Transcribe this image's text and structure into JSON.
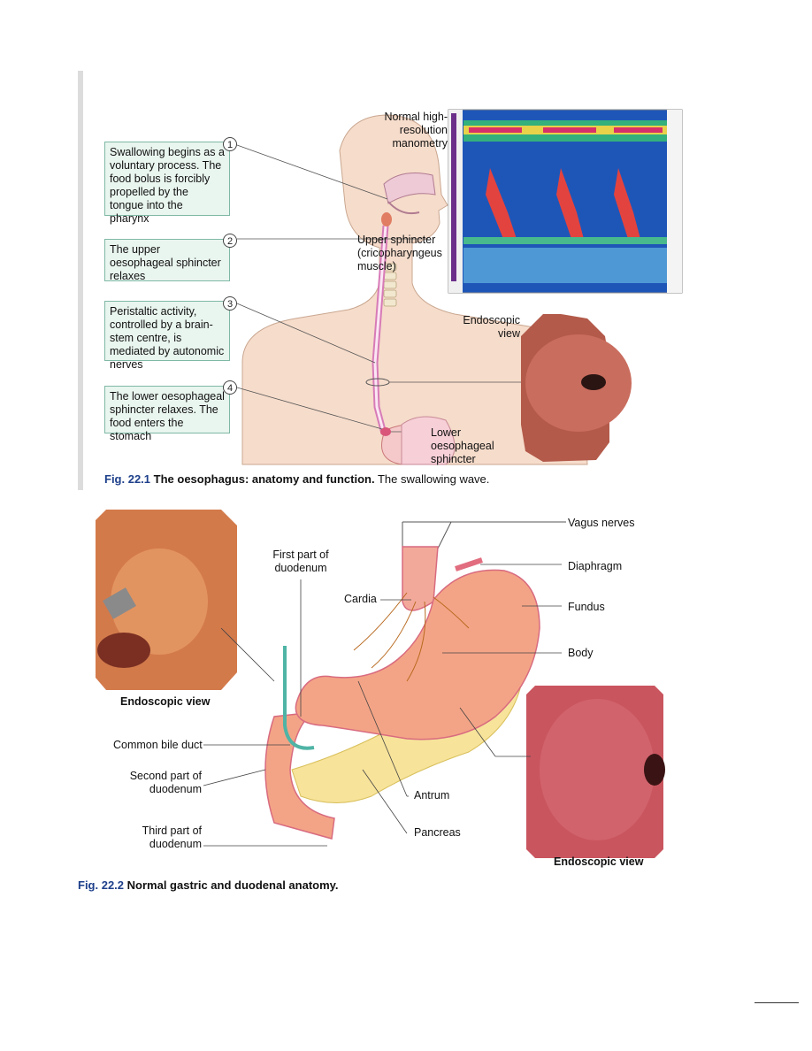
{
  "figure1": {
    "boxes": [
      "Swallowing begins as a voluntary process. The food bolus is forcibly propelled by the tongue into the pharynx",
      "The upper oesophageal sphincter relaxes",
      "Peristaltic activity, controlled by a brain-stem centre, is mediated by autonomic nerves",
      "The lower oesophageal sphincter relaxes. The food enters the stomach"
    ],
    "numbers": [
      "1",
      "2",
      "3",
      "4"
    ],
    "labels": {
      "manometry": "Normal high-resolution manometry",
      "upper_sphincter": "Upper sphincter (cricopharyngeus muscle)",
      "endoscopic_view": "Endoscopic view",
      "lower_sphincter": "Lower oesophageal sphincter"
    },
    "caption": {
      "fig": "Fig. 22.1",
      "title": "The oesophagus: anatomy and function.",
      "desc": "The swallowing wave."
    }
  },
  "figure2": {
    "labels": {
      "endoscopic_view_left": "Endoscopic view",
      "first_part": "First part of duodenum",
      "cardia": "Cardia",
      "vagus": "Vagus nerves",
      "diaphragm": "Diaphragm",
      "fundus": "Fundus",
      "body": "Body",
      "common_bile_duct": "Common bile duct",
      "second_part": "Second part of duodenum",
      "third_part": "Third part of duodenum",
      "antrum": "Antrum",
      "pancreas": "Pancreas",
      "endoscopic_view_right": "Endoscopic view"
    },
    "caption": {
      "fig": "Fig. 22.2",
      "title": "Normal gastric and duodenal anatomy."
    }
  },
  "colors": {
    "box_fill": "#e9f5ef",
    "box_border": "#7fb8a5",
    "skin": "#f6dccb",
    "stomach": "#f4a486",
    "pancreas": "#f7e39a",
    "caption_blue": "#1d3f8a"
  }
}
